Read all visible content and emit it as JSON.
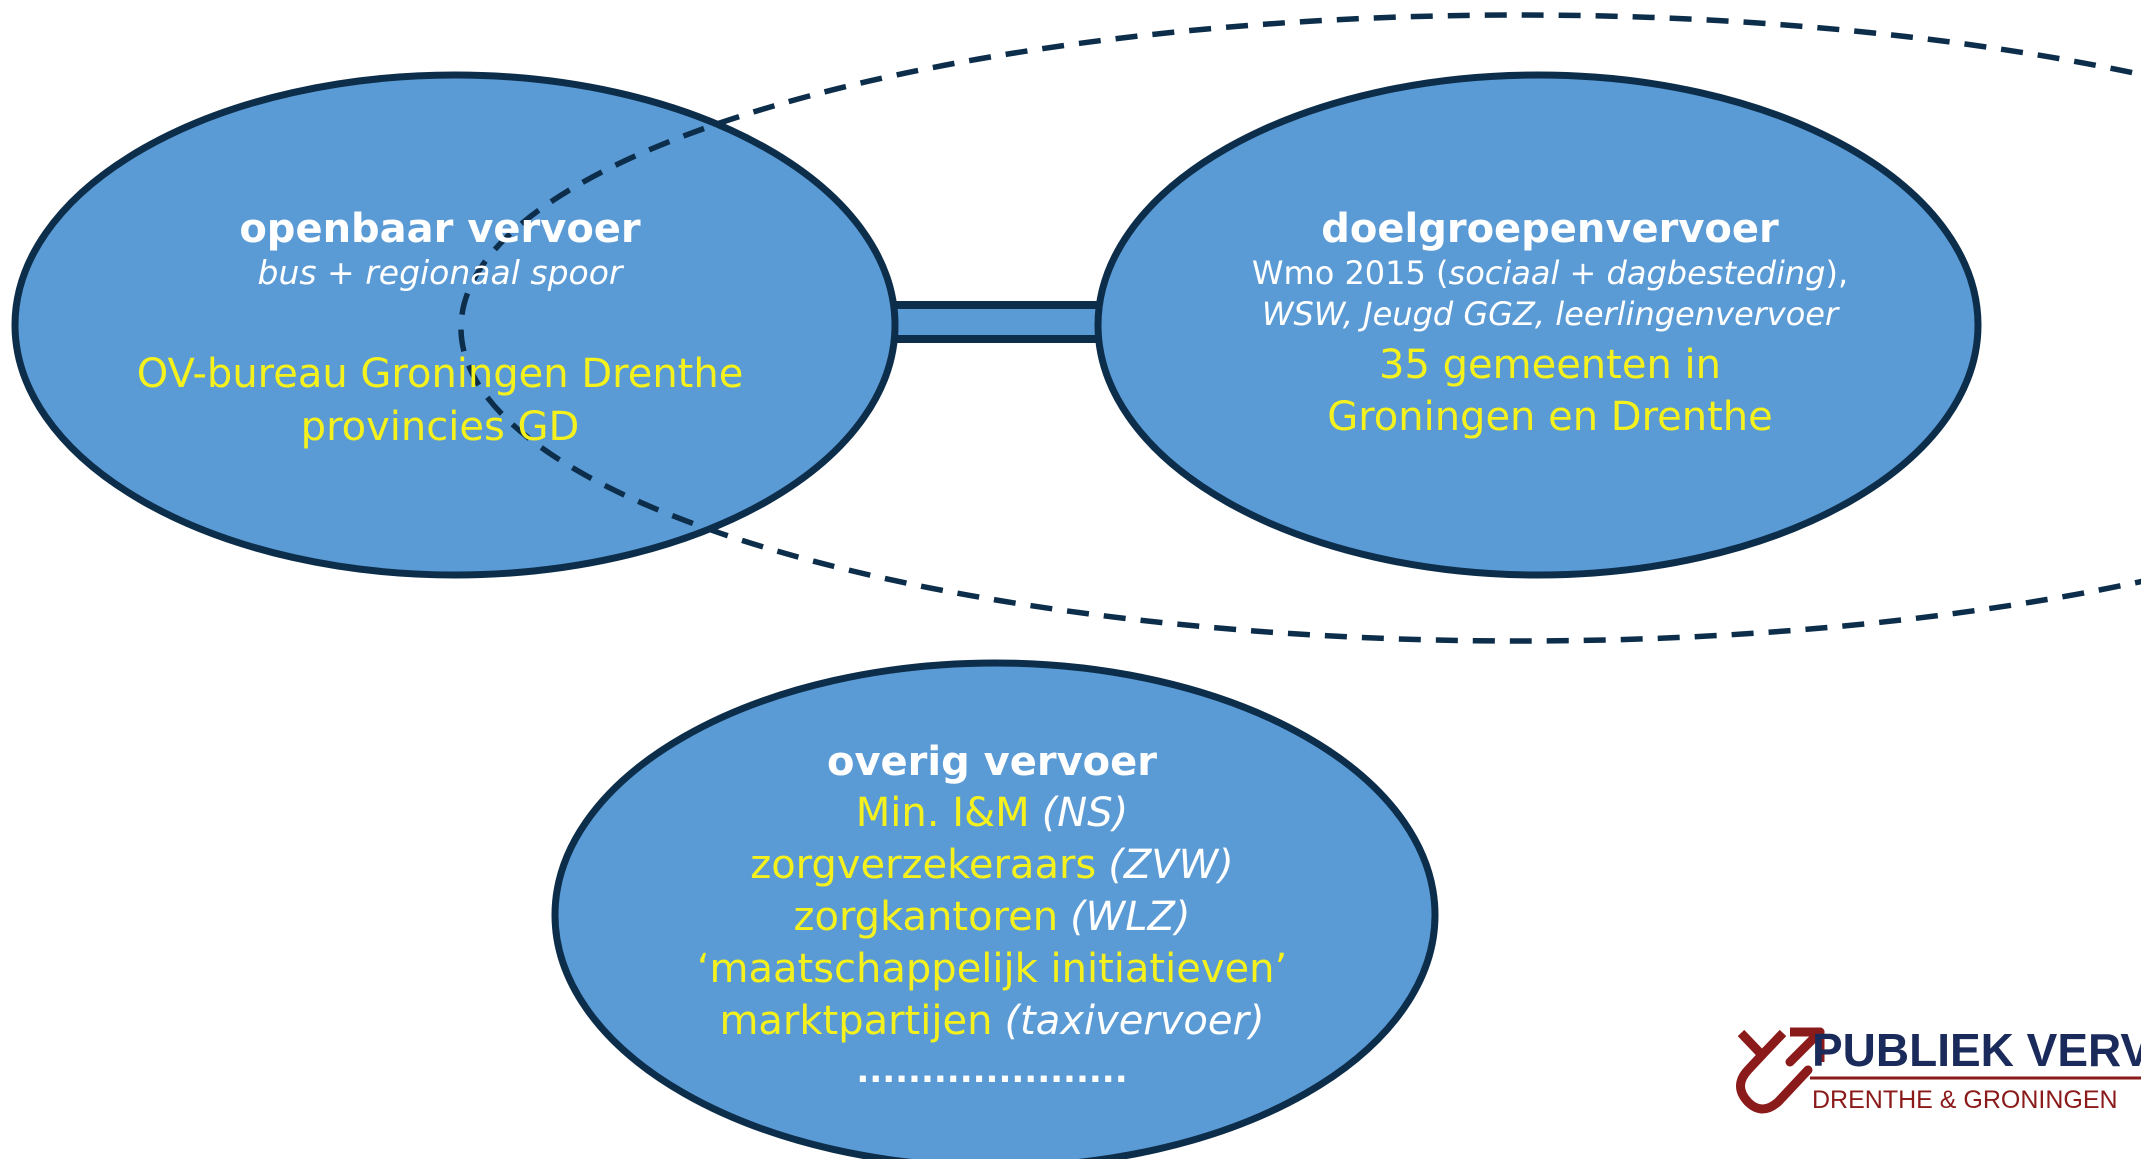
{
  "colors": {
    "ellipse_fill": "#5b9bd5",
    "ellipse_stroke": "#0d2e4b",
    "heading_text": "#ffffff",
    "highlight_text": "#f5f11c",
    "logo_dark_red": "#8b1a1a",
    "logo_navy": "#1a2a5a"
  },
  "openbaar": {
    "title": "openbaar vervoer",
    "subtitle": "bus + regionaal spoor",
    "org_line1": "OV-bureau Groningen Drenthe",
    "org_line2": "provincies GD"
  },
  "doelgroepen": {
    "title": "doelgroepenvervoer",
    "line1_prefix": "Wmo 2015 (",
    "line1_italic": "sociaal + dagbesteding",
    "line1_suffix": "),",
    "line2": "WSW, Jeugd GGZ, leerlingenvervoer",
    "org_line1": "35 gemeenten in",
    "org_line2": "Groningen en Drenthe"
  },
  "overig": {
    "title": "overig vervoer",
    "rows": [
      {
        "main": "Min. I&M",
        "extra": "(NS)"
      },
      {
        "main": "zorgverzekeraars",
        "extra": "(ZVW)"
      },
      {
        "main": "zorgkantoren",
        "extra": "(WLZ)"
      },
      {
        "main": "‘maatschappelijk initiatieven’",
        "extra": ""
      },
      {
        "main": "marktpartijen",
        "extra": "(taxivervoer)"
      }
    ],
    "ellipsis": "....................."
  },
  "logo": {
    "icon": "publiek-vervoer-logo-icon",
    "name": "PUBLIEK VERVOER",
    "region": "DRENTHE & GRONINGEN"
  }
}
